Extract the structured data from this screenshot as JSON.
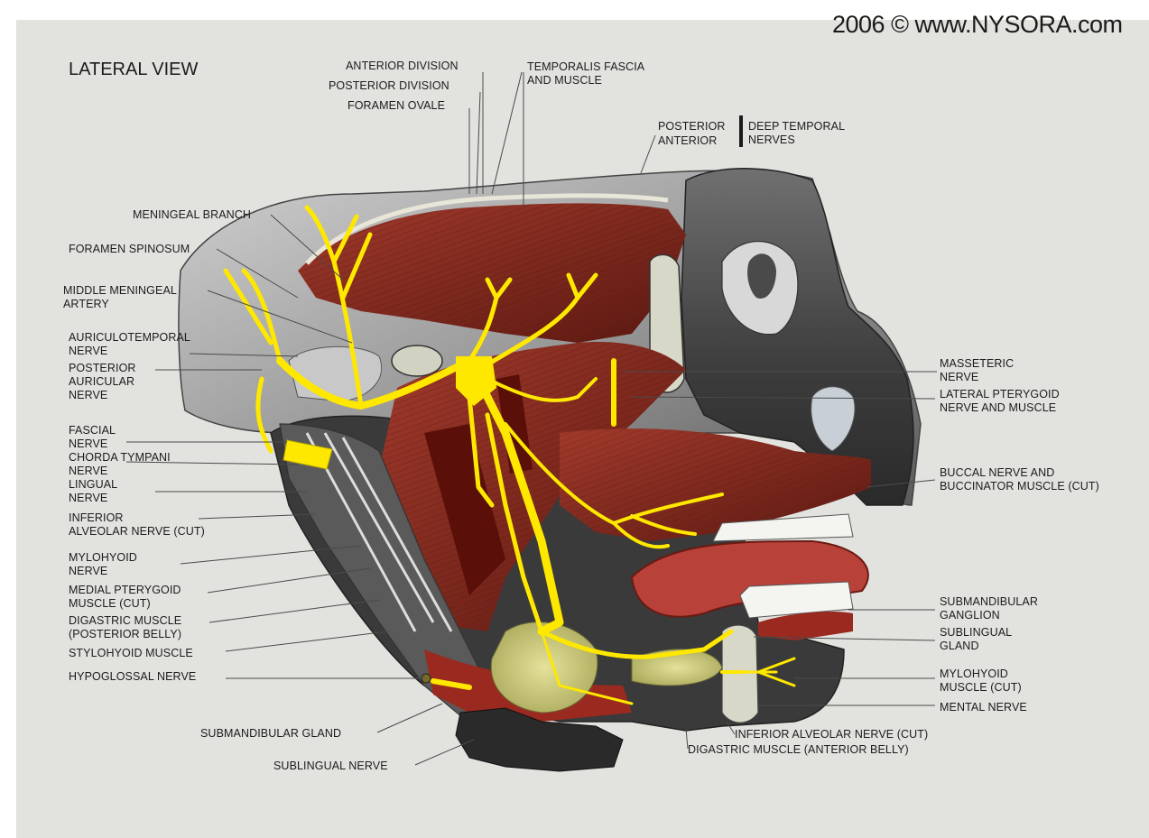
{
  "header": {
    "copyright": "2006 © www.NYSORA.com",
    "view_title": "LATERAL VIEW"
  },
  "labels": {
    "anterior_division": "ANTERIOR DIVISION",
    "posterior_division": "POSTERIOR DIVISION",
    "foramen_ovale": "FORAMEN OVALE",
    "temporalis_fascia": "TEMPORALIS FASCIA\nAND MUSCLE",
    "deep_temporal_posterior": "POSTERIOR",
    "deep_temporal_anterior": "ANTERIOR",
    "deep_temporal_nerves": "DEEP TEMPORAL\nNERVES",
    "meningeal_branch": "MENINGEAL BRANCH",
    "foramen_spinosum": "FORAMEN SPINOSUM",
    "middle_meningeal_artery": "MIDDLE MENINGEAL\nARTERY",
    "auriculotemporal_nerve": "AURICULOTEMPORAL\nNERVE",
    "posterior_auricular_nerve": "POSTERIOR\nAURICULAR\nNERVE",
    "fascial_nerve": "FASCIAL\nNERVE",
    "chorda_tympani": "CHORDA TYMPANI\nNERVE",
    "lingual_nerve": "LINGUAL\nNERVE",
    "inferior_alveolar_left": "INFERIOR\nALVEOLAR NERVE (CUT)",
    "mylohyoid_nerve": "MYLOHYOID\nNERVE",
    "medial_pterygoid": "MEDIAL PTERYGOID\nMUSCLE (CUT)",
    "digastric_posterior": "DIGASTRIC MUSCLE\n(POSTERIOR BELLY)",
    "stylohyoid": "STYLOHYOID MUSCLE",
    "hypoglossal": "HYPOGLOSSAL NERVE",
    "submandibular_gland": "SUBMANDIBULAR GLAND",
    "sublingual_nerve": "SUBLINGUAL NERVE",
    "masseteric_nerve": "MASSETERIC\nNERVE",
    "lateral_pterygoid": "LATERAL PTERYGOID\nNERVE AND MUSCLE",
    "buccal_nerve": "BUCCAL NERVE AND\nBUCCINATOR MUSCLE (CUT)",
    "submandibular_ganglion": "SUBMANDIBULAR\nGANGLION",
    "sublingual_gland": "SUBLINGUAL\nGLAND",
    "mylohyoid_muscle": "MYLOHYOID\nMUSCLE (CUT)",
    "mental_nerve": "MENTAL NERVE",
    "inferior_alveolar_right": "INFERIOR ALVEOLAR NERVE (CUT)",
    "digastric_anterior": "DIGASTRIC MUSCLE (ANTERIOR BELLY)"
  },
  "colors": {
    "background": "#e2e2df",
    "nerve": "#ffe800",
    "muscle": "#8c2a1e",
    "bone": "#6a6a6a",
    "gland": "#d6d47a",
    "leader_line": "#4a4a4a"
  }
}
